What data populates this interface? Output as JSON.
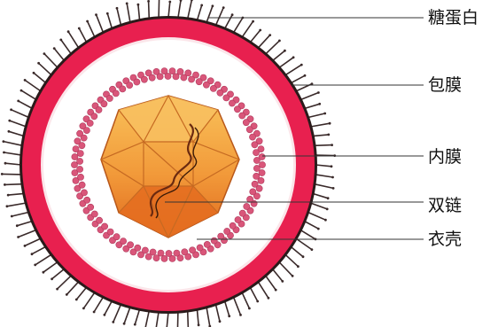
{
  "diagram": {
    "labels": [
      {
        "id": "glycoprotein",
        "text": "糖蛋白"
      },
      {
        "id": "envelope",
        "text": "包膜"
      },
      {
        "id": "inner-membrane",
        "text": "内膜"
      },
      {
        "id": "double-strand",
        "text": "双链"
      },
      {
        "id": "capsid",
        "text": "衣壳"
      }
    ],
    "colors": {
      "envelope": "#e8204f",
      "envelope_edge": "#2a1a1a",
      "spikes": "#3a2a2a",
      "inner_membrane_beads": "#d9567a",
      "capsid_light": "#f5a83c",
      "capsid_dark": "#e06a1e",
      "dna": "#6b2a10",
      "leader_lines": "#333333"
    }
  }
}
